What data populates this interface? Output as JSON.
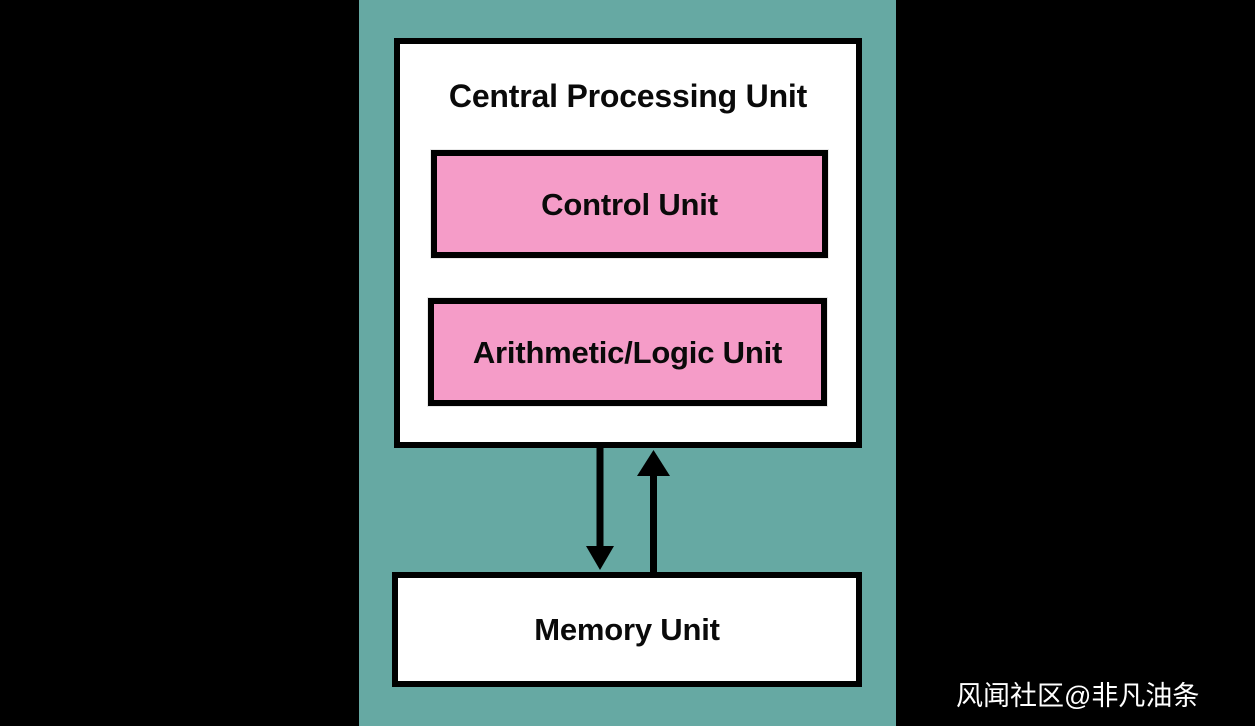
{
  "diagram": {
    "title_semantic": "von-neumann-computer-architecture",
    "background_color": "#000000",
    "panel_color": "#66a9a3",
    "box_fill_white": "#ffffff",
    "unit_fill_pink": "#f59cc8",
    "stroke_color": "#000000",
    "cpu": {
      "label": "Central Processing Unit",
      "children": [
        {
          "label": "Control Unit",
          "fill": "#f59cc8"
        },
        {
          "label": "Arithmetic/Logic Unit",
          "fill": "#f59cc8"
        }
      ]
    },
    "memory": {
      "label": "Memory Unit",
      "fill": "#ffffff"
    },
    "connections": [
      {
        "name": "cpu-to-memory",
        "direction": "down",
        "from": "Central Processing Unit",
        "to": "Memory Unit"
      },
      {
        "name": "memory-to-cpu",
        "direction": "up",
        "from": "Memory Unit",
        "to": "Central Processing Unit"
      }
    ]
  },
  "watermark": {
    "text": "风闻社区@非凡油条",
    "color": "#ffffff"
  }
}
